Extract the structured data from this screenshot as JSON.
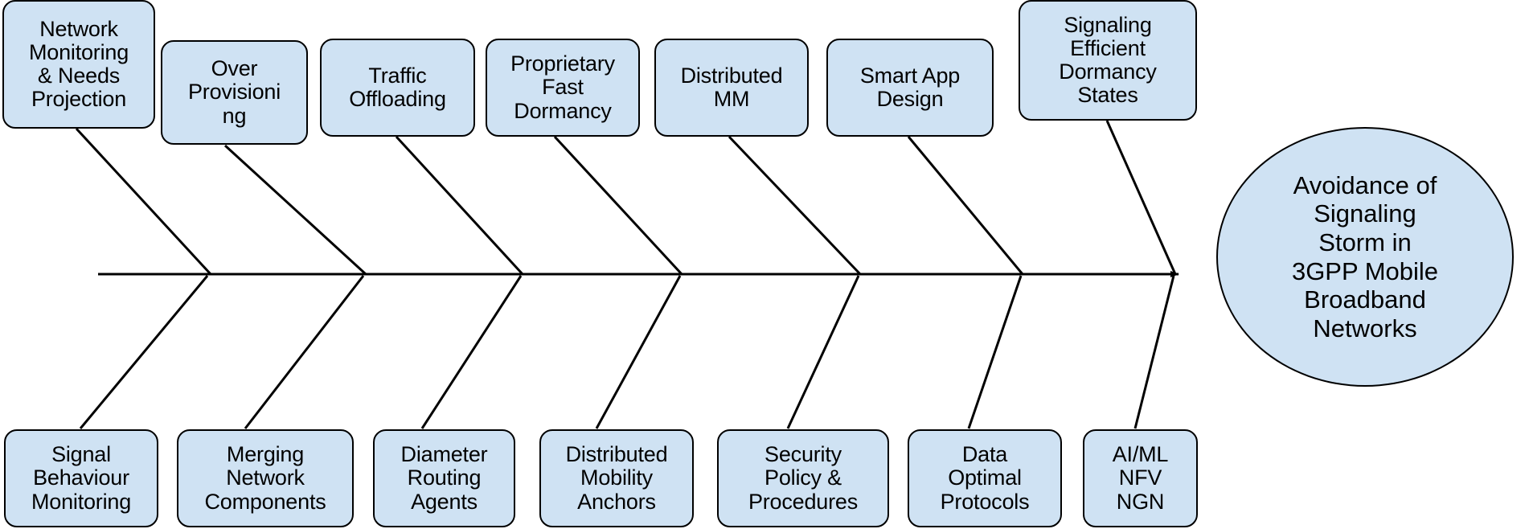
{
  "diagram": {
    "type": "fishbone-ishikawa",
    "effect": {
      "label": "Avoidance of\nSignaling\nStorm in\n3GPP Mobile\nBroadband\nNetworks"
    },
    "colors": {
      "box_fill": "#cfe2f3",
      "box_stroke": "#000000",
      "spine_stroke": "#000000",
      "background": "#ffffff",
      "text": "#000000"
    },
    "top_causes": [
      {
        "label": "Network\nMonitoring\n& Needs\nProjection"
      },
      {
        "label": "Over\nProvisioni\nng"
      },
      {
        "label": "Traffic\nOffloading"
      },
      {
        "label": "Proprietary\nFast\nDormancy"
      },
      {
        "label": "Distributed\nMM"
      },
      {
        "label": "Smart App\nDesign"
      },
      {
        "label": "Signaling\nEfficient\nDormancy\nStates"
      }
    ],
    "bottom_causes": [
      {
        "label": "Signal\nBehaviour\nMonitoring"
      },
      {
        "label": "Merging\nNetwork\nComponents"
      },
      {
        "label": "Diameter\nRouting\nAgents"
      },
      {
        "label": "Distributed\nMobility\nAnchors"
      },
      {
        "label": "Security\nPolicy &\nProcedures"
      },
      {
        "label": "Data\nOptimal\nProtocols"
      },
      {
        "label": "AI/ML\nNFV\nNGN"
      }
    ]
  }
}
